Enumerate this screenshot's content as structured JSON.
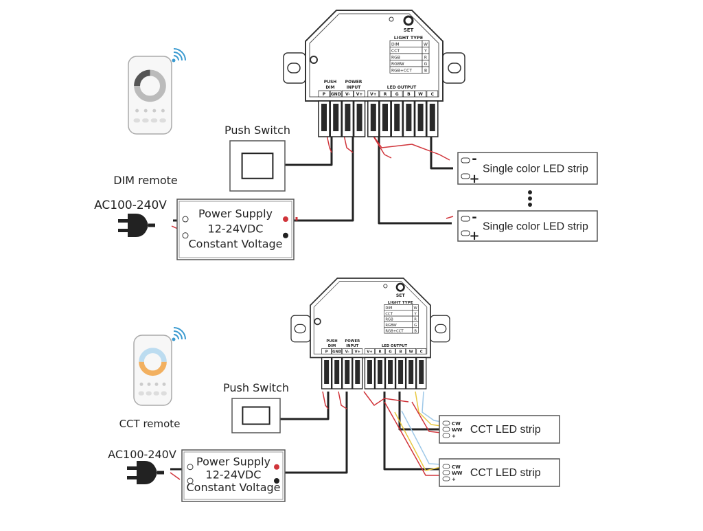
{
  "controller": {
    "set_label": "SET",
    "light_type_title": "LIGHT TYPE",
    "light_types": [
      {
        "type": "DIM",
        "code": "W"
      },
      {
        "type": "CCT",
        "code": "Y"
      },
      {
        "type": "RGB",
        "code": "R"
      },
      {
        "type": "RGBW",
        "code": "G"
      },
      {
        "type": "RGB+CCT",
        "code": "B"
      }
    ],
    "push_dim": [
      "PUSH",
      "DIM"
    ],
    "power_input": [
      "POWER",
      "INPUT"
    ],
    "led_output": "LED OUTPUT",
    "terminals": [
      "P",
      "GND",
      "V-",
      "V+",
      "V+",
      "R",
      "G",
      "B",
      "W",
      "C"
    ]
  },
  "top_diagram": {
    "remote_label": "DIM remote",
    "push_switch_label": "Push Switch",
    "ac_label": "AC100-240V",
    "power_supply": [
      "Power Supply",
      "12-24VDC",
      "Constant Voltage"
    ],
    "strips": [
      "Single color LED strip",
      "Single color LED strip"
    ],
    "strip_pins": [
      "-",
      "+"
    ]
  },
  "bottom_diagram": {
    "remote_label": "CCT remote",
    "push_switch_label": "Push Switch",
    "ac_label": "AC100-240V",
    "power_supply": [
      "Power Supply",
      "12-24VDC",
      "Constant Voltage"
    ],
    "strips": [
      "CCT LED strip",
      "CCT LED strip"
    ],
    "strip_pins": [
      "CW",
      "WW",
      "+"
    ]
  },
  "colors": {
    "wire_black": "#222222",
    "wire_red": "#d0343a",
    "wire_yellow": "#e8c840",
    "wire_blue": "#9ec8e8"
  }
}
